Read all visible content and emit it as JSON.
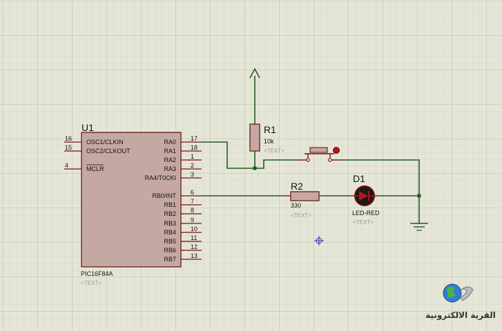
{
  "app": {
    "sheet_background": "#e6e6d8",
    "wire_color": "#1e5a1e",
    "component_color": "#7a0f0f"
  },
  "mcu": {
    "ref": "U1",
    "part": "PIC16F84A",
    "text_placeholder": "<TEXT>",
    "left_pins": [
      {
        "num": "16",
        "label": "OSC1/CLKIN"
      },
      {
        "num": "15",
        "label": "OSC2/CLKOUT"
      },
      {
        "num": "4",
        "label": "MCLR"
      }
    ],
    "right_pins": [
      {
        "num": "17",
        "label": "RA0"
      },
      {
        "num": "18",
        "label": "RA1"
      },
      {
        "num": "1",
        "label": "RA2"
      },
      {
        "num": "2",
        "label": "RA3"
      },
      {
        "num": "3",
        "label": "RA4/T0CKI"
      },
      {
        "num": "6",
        "label": "RB0/INT"
      },
      {
        "num": "7",
        "label": "RB1"
      },
      {
        "num": "8",
        "label": "RB2"
      },
      {
        "num": "9",
        "label": "RB3"
      },
      {
        "num": "10",
        "label": "RB4"
      },
      {
        "num": "11",
        "label": "RB5"
      },
      {
        "num": "12",
        "label": "RB6"
      },
      {
        "num": "13",
        "label": "RB7"
      }
    ]
  },
  "r1": {
    "ref": "R1",
    "value": "10k",
    "text_placeholder": "<TEXT>"
  },
  "r2": {
    "ref": "R2",
    "value": "330",
    "text_placeholder": "<TEXT>"
  },
  "d1": {
    "ref": "D1",
    "value": "LED-RED",
    "text_placeholder": "<TEXT>"
  },
  "logo": {
    "text": "القرية الالكترونية"
  }
}
